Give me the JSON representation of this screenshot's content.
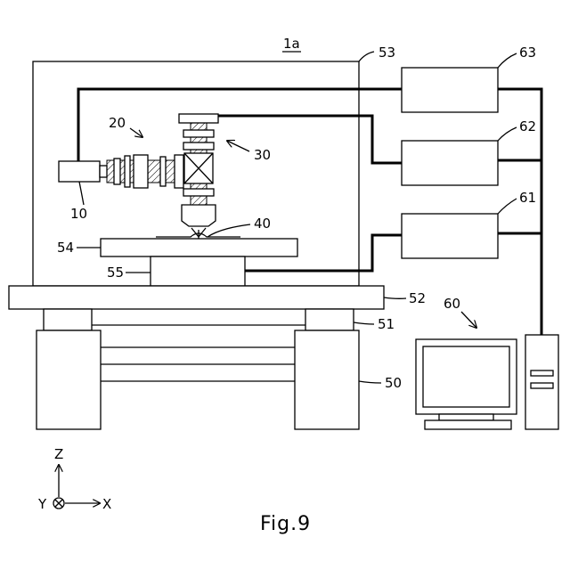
{
  "labels": {
    "apparatus": "1a",
    "chamber": "53",
    "controller_top": "63",
    "controller_mid": "62",
    "controller_bottom": "61",
    "optical_system": "20",
    "head": "30",
    "light_source": "10",
    "sample": "40",
    "stage": "54",
    "stage_base": "55",
    "table": "52",
    "legs": "51",
    "frame": "50",
    "computer": "60"
  },
  "axes": {
    "z": "Z",
    "x": "X",
    "y": "Y"
  },
  "caption": "Fig.9"
}
